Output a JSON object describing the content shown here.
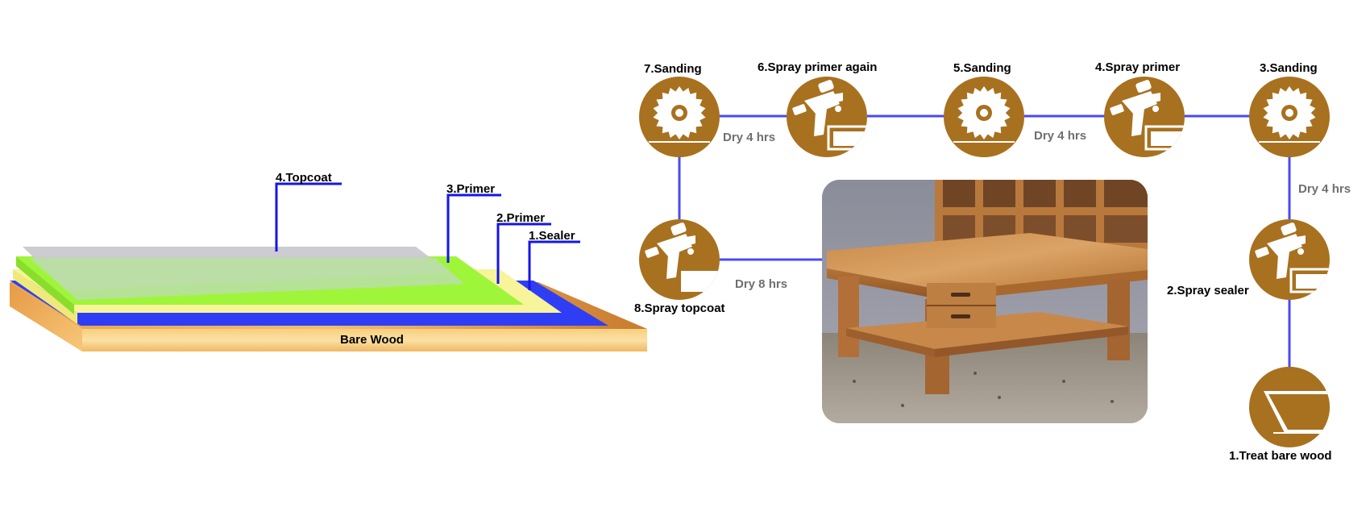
{
  "layers": {
    "topcoat": "4.Topcoat",
    "primer2": "3.Primer",
    "primer1": "2.Primer",
    "sealer": "1.Sealer",
    "bare_wood": "Bare Wood"
  },
  "steps": [
    {
      "label": "1.Treat bare wood",
      "icon": "treat-wood-icon"
    },
    {
      "label": "2.Spray sealer",
      "icon": "spray-gun-icon"
    },
    {
      "label": "3.Sanding",
      "icon": "saw-blade-icon"
    },
    {
      "label": "4.Spray primer",
      "icon": "spray-gun-icon"
    },
    {
      "label": "5.Sanding",
      "icon": "saw-blade-icon"
    },
    {
      "label": "6.Spray primer again",
      "icon": "spray-gun-icon"
    },
    {
      "label": "7.Sanding",
      "icon": "saw-blade-icon"
    },
    {
      "label": "8.Spray topcoat",
      "icon": "spray-gun-icon"
    }
  ],
  "dry_times": {
    "after_sealer": "Dry 4 hrs",
    "after_primer": "Dry 4 hrs",
    "after_primer_again": "Dry 4 hrs",
    "after_topcoat": "Dry 8 hrs"
  },
  "colors": {
    "accent_brown": "#a8711f",
    "connector_blue": "#4a4af5",
    "sealer_blue": "#2f3ef5",
    "primer_yellow": "#f7f49a",
    "primer_green": "#9ff53a",
    "topcoat_gray": "#c9c9cf"
  },
  "photo": {
    "subject": "wooden coffee table with drawers"
  }
}
